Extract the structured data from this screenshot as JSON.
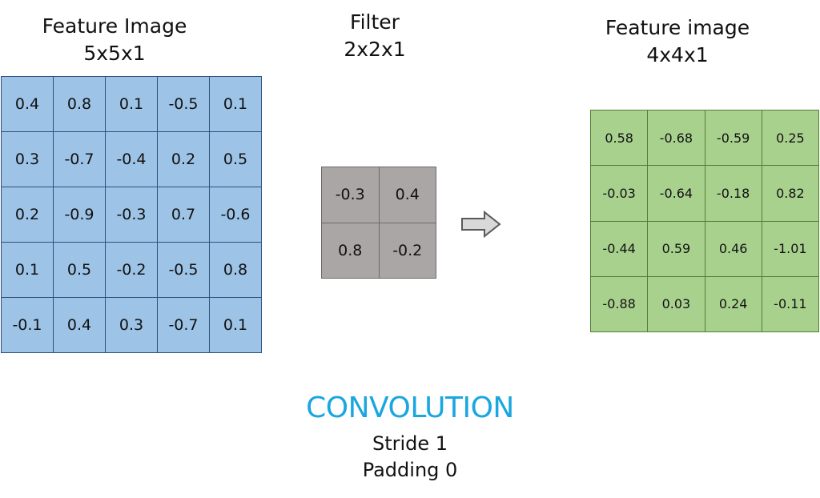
{
  "input": {
    "title": "Feature Image",
    "size": "5x5x1",
    "color": "#9dc3e6",
    "border_color": "#2f4f7f",
    "rows": [
      [
        "0.4",
        "0.8",
        "0.1",
        "-0.5",
        "0.1"
      ],
      [
        "0.3",
        "-0.7",
        "-0.4",
        "0.2",
        "0.5"
      ],
      [
        "0.2",
        "-0.9",
        "-0.3",
        "0.7",
        "-0.6"
      ],
      [
        "0.1",
        "0.5",
        "-0.2",
        "-0.5",
        "0.8"
      ],
      [
        "-0.1",
        "0.4",
        "0.3",
        "-0.7",
        "0.1"
      ]
    ]
  },
  "filter": {
    "title": "Filter",
    "size": "2x2x1",
    "color": "#aba6a6",
    "border_color": "#6d6969",
    "rows": [
      [
        "-0.3",
        "0.4"
      ],
      [
        "0.8",
        "-0.2"
      ]
    ]
  },
  "arrow": {
    "icon": "right-arrow-icon",
    "fill": "#d9d9d9",
    "stroke": "#595959"
  },
  "output": {
    "title": "Feature image",
    "size": "4x4x1",
    "color": "#a9d18e",
    "border_color": "#507e32",
    "rows": [
      [
        "0.58",
        "-0.68",
        "-0.59",
        "0.25"
      ],
      [
        "-0.03",
        "-0.64",
        "-0.18",
        "0.82"
      ],
      [
        "-0.44",
        "0.59",
        "0.46",
        "-1.01"
      ],
      [
        "-0.88",
        "0.03",
        "0.24",
        "-0.11"
      ]
    ]
  },
  "caption": {
    "title": "CONVOLUTION",
    "title_color": "#1aa6e0",
    "stride": "Stride 1",
    "padding": "Padding 0"
  }
}
